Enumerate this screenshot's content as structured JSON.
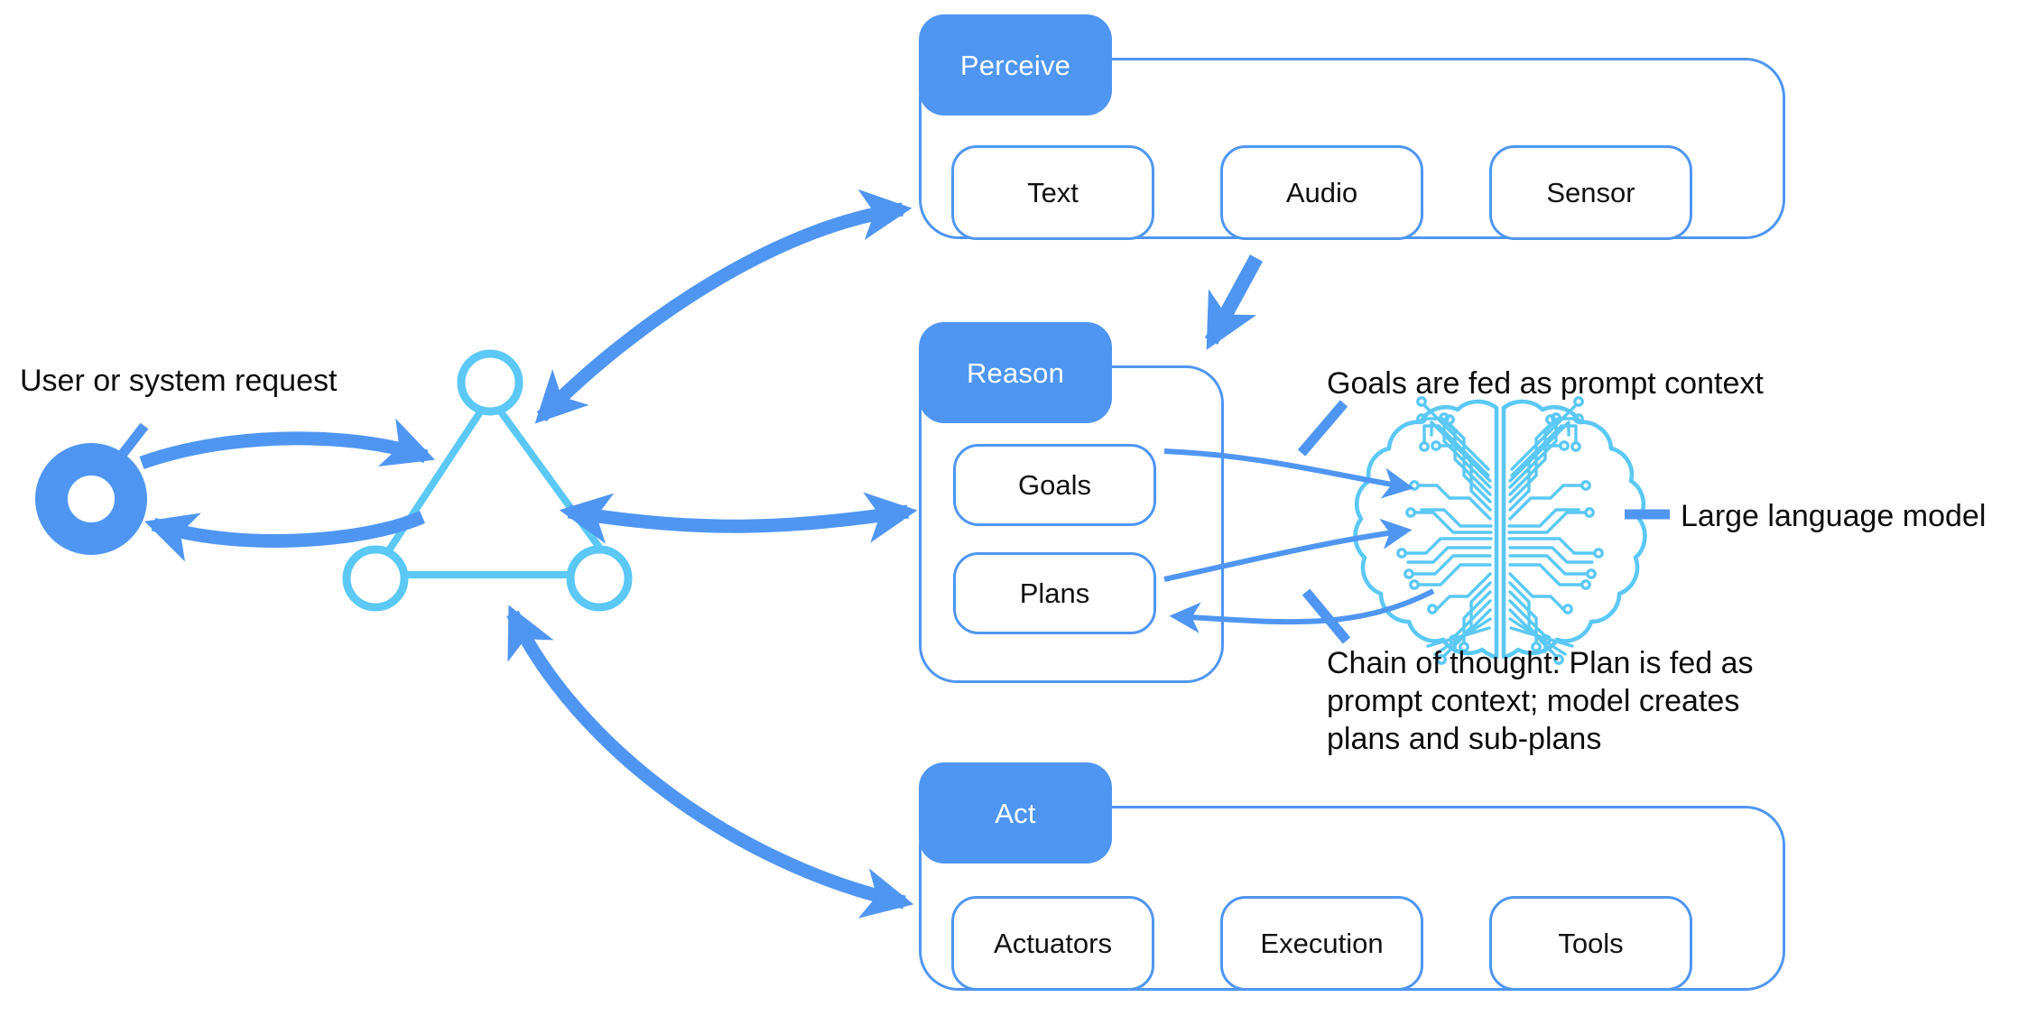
{
  "diagram": {
    "title": "Agent perceive-reason-act loop with large language model",
    "colors": {
      "primary_blue": "#4f96f2",
      "light_cyan": "#5bc8f5",
      "text_black": "#0c0c0c",
      "white": "#ffffff",
      "background": "#ffffff"
    }
  },
  "entry": {
    "label": "User or system request",
    "icon": "donut-ring-icon"
  },
  "agent": {
    "icon": "triangle-nodes-icon",
    "nodes": [
      "top-node",
      "bottom-left-node",
      "bottom-right-node"
    ]
  },
  "sections": [
    {
      "id": "perceive",
      "tab_label": "Perceive",
      "chips": [
        "Text",
        "Audio",
        "Sensor"
      ]
    },
    {
      "id": "reason",
      "tab_label": "Reason",
      "chips": [
        "Goals",
        "Plans"
      ]
    },
    {
      "id": "act",
      "tab_label": "Act",
      "chips": [
        "Actuators",
        "Execution",
        "Tools"
      ]
    }
  ],
  "llm": {
    "icon": "circuit-brain-icon",
    "label": "Large language model",
    "goals_annotation": "Goals are fed as prompt context",
    "chain_of_thought_annotation": "Chain of thought: Plan is fed as\nprompt context; model creates\nplans and sub-plans"
  }
}
